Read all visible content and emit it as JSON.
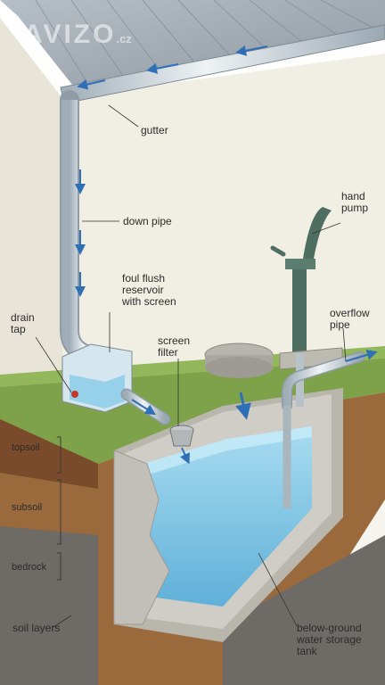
{
  "watermark": {
    "brand": "AVIZO",
    "domain": ".cz"
  },
  "labels": {
    "gutter": "gutter",
    "down_pipe": "down pipe",
    "hand_pump": "hand\npump",
    "foul_flush": "foul flush\nreservoir\nwith screen",
    "drain_tap": "drain\ntap",
    "screen_filter": "screen\nfilter",
    "overflow_pipe": "overflow\npipe",
    "topsoil": "topsoil",
    "subsoil": "subsoil",
    "bedrock": "bedrock",
    "soil_layers": "soil layers",
    "storage_tank": "below-ground\nwater storage\ntank"
  },
  "colors": {
    "wall": "#f1eee4",
    "roof": "#9aa4ad",
    "grass": "#7da24a",
    "topsoil": "#8a5a33",
    "subsoil": "#a0703f",
    "bedrock": "#6e6a66",
    "concrete": "#c8c6c0",
    "water": "#7fc6e6",
    "pipe": "#c9d3d9",
    "flow_arrow": "#2f6fb6"
  }
}
